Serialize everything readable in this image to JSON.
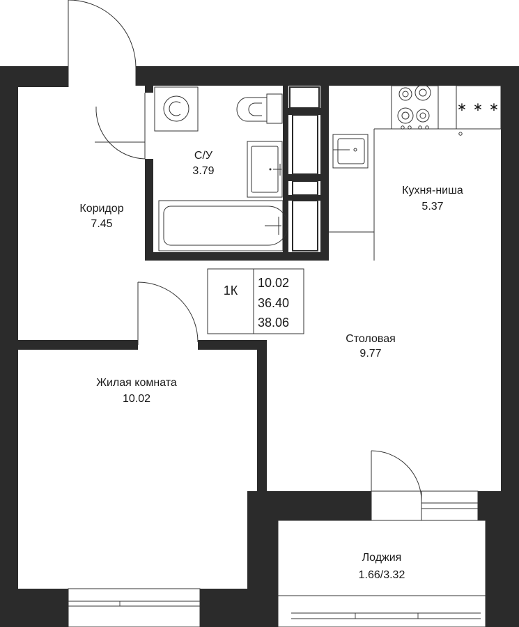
{
  "rooms": {
    "corridor": {
      "name": "Коридор",
      "area": "7.45"
    },
    "bathroom": {
      "name": "С/У",
      "area": "3.79"
    },
    "kitchen": {
      "name": "Кухня-ниша",
      "area": "5.37"
    },
    "dining": {
      "name": "Столовая",
      "area": "9.77"
    },
    "living": {
      "name": "Жилая комната",
      "area": "10.02"
    },
    "loggia": {
      "name": "Лоджия",
      "area": "1.66/3.32"
    }
  },
  "info": {
    "type": "1К",
    "living_area": "10.02",
    "total_area": "36.40",
    "total_with_loggia": "38.06"
  },
  "stove": {
    "indicator": "∗ ∗ ∗"
  },
  "colors": {
    "wall": "#2b2b2b",
    "line": "#333333",
    "background": "#ffffff"
  }
}
